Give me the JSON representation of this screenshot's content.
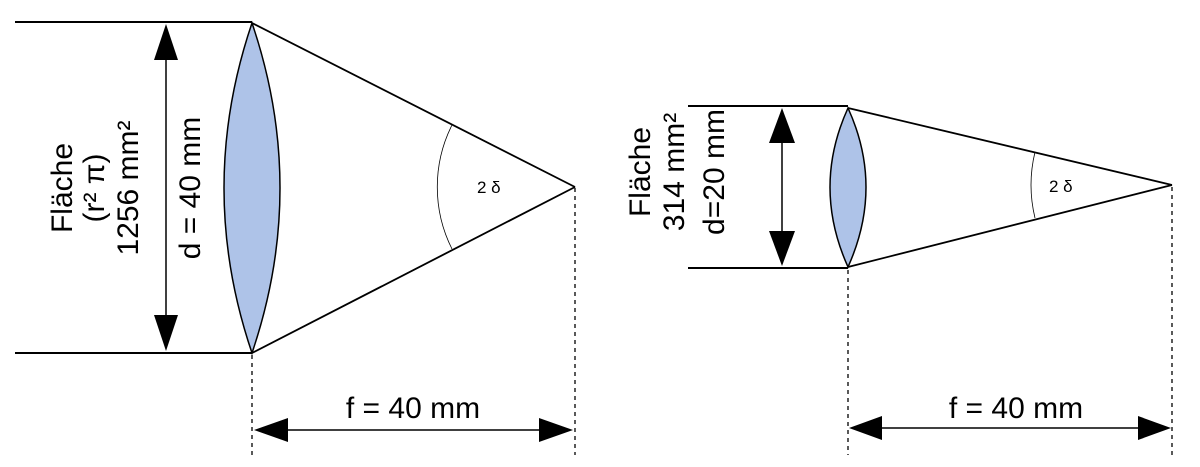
{
  "colors": {
    "lens_fill": "#aec3e8",
    "line": "#000000"
  },
  "left": {
    "area_label": "Fläche",
    "area_formula": "(r² π)",
    "area_value": "1256 mm²",
    "diameter_label": "d = 40 mm",
    "angle_label": "2 δ",
    "focal_label": "f = 40 mm"
  },
  "right": {
    "area_label": "Fläche",
    "area_value": "314 mm²",
    "diameter_label": "d=20 mm",
    "angle_label": "2 δ",
    "focal_label": "f = 40 mm"
  }
}
